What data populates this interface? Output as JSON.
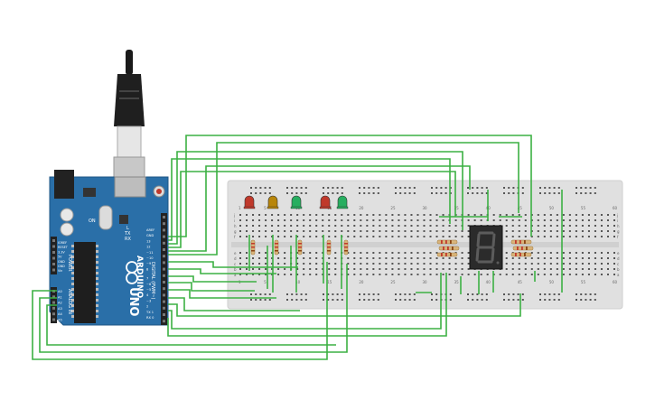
{
  "board": {
    "name": "UNO",
    "brand": "ARDUINO",
    "digital_label": "DIGITAL (PWM~)",
    "analog_label": "ANALOG IN",
    "power_label": "POWER",
    "tx_label": "TX",
    "rx_label": "RX",
    "on_label": "ON",
    "l_label": "L",
    "power_pins": [
      "IOREF",
      "RESET",
      "3.3V",
      "5V",
      "GND",
      "GND",
      "Vin"
    ],
    "analog_pins": [
      "A0",
      "A1",
      "A2",
      "A3",
      "A4",
      "A5"
    ],
    "top_header_pins": [
      "AREF",
      "GND",
      "13",
      "12",
      "~11",
      "~10",
      "~9",
      "8"
    ],
    "bottom_header_pins": [
      "7",
      "~6",
      "~5",
      "4",
      "~3",
      "2",
      "TX 1",
      "RX 0"
    ],
    "color": "#2a6fa8"
  },
  "breadboard": {
    "row_letters": [
      "a",
      "b",
      "c",
      "d",
      "e",
      "f",
      "g",
      "h",
      "i",
      "j"
    ],
    "column_numbers": [
      "1",
      "5",
      "10",
      "15",
      "20",
      "25",
      "30",
      "35",
      "40",
      "45",
      "50",
      "55",
      "60"
    ]
  },
  "leds": [
    {
      "color": "#c0392b"
    },
    {
      "color": "#b8860b"
    },
    {
      "color": "#27ae60"
    },
    {
      "color": "#c0392b"
    },
    {
      "color": "#27ae60"
    }
  ],
  "seven_segment": {
    "digit": "8"
  },
  "wire_color": "#3cb043"
}
